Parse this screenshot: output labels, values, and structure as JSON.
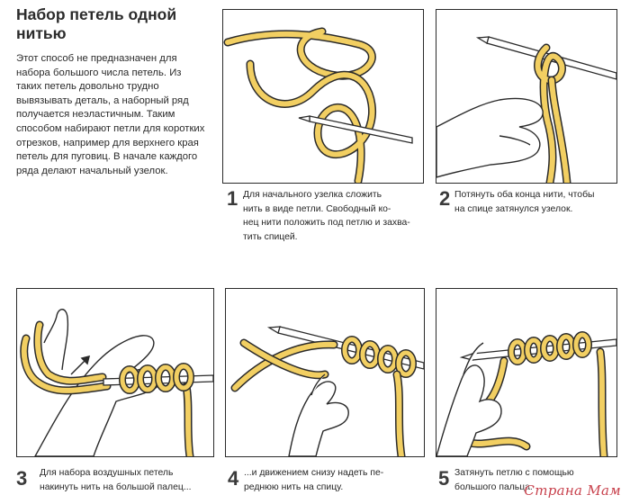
{
  "article": {
    "title": "Набор петель одной нитью",
    "intro": "Этот способ не предназначен для набора большого числа петель. Из таких петель довольно трудно вывязывать деталь, а наборный ряд получается неэластичным. Таким способом набирают петли для коротких отрезков, например для верхнего края петель для пуговиц. В начале каждого ряда делают начальный узелок."
  },
  "steps": [
    {
      "number": "1",
      "line1": "Для начального узелка сложить",
      "line2": "нить в виде петли. Свободный ко-",
      "line3": "нец нити положить под петлю и захва-",
      "line4": "тить спицей."
    },
    {
      "number": "2",
      "line1": "Потянуть оба конца нити, чтобы",
      "line2": "на спице затянулся узелок."
    },
    {
      "number": "3",
      "line1": "Для набора воздушных петель",
      "line2": "накинуть нить на большой палец..."
    },
    {
      "number": "4",
      "line1": "...и движением снизу надеть пе-",
      "line2": "реднюю нить на спицу."
    },
    {
      "number": "5",
      "line1": "Затянуть петлю с помощью",
      "line2": "большого пальца."
    }
  ],
  "watermark": "Страна Мам",
  "colors": {
    "yarn": "#f2cf62",
    "yarn_outline": "#2a2a2a",
    "border": "#2a2a2a",
    "watermark": "#c8424d"
  },
  "icons": [
    "knitting-needle-icon",
    "yarn-icon",
    "hand-icon",
    "arrow-icon"
  ]
}
